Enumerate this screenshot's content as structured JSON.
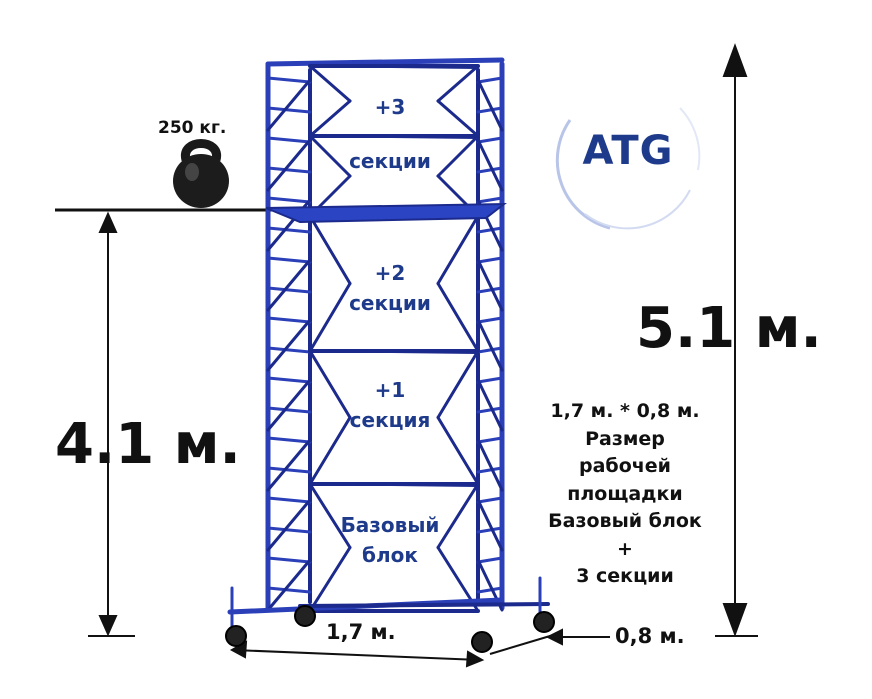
{
  "weight_label": "250 кг.",
  "sections": {
    "top": [
      "+3",
      "секции"
    ],
    "mid": [
      "+2",
      "секции"
    ],
    "low": [
      "+1",
      "секция"
    ],
    "base": [
      "Базовый",
      "блок"
    ]
  },
  "logo_text": "ATG",
  "height_total": "5.1 м.",
  "height_platform": "4.1 м.",
  "width_label": "1,7 м.",
  "depth_label": "0,8 м.",
  "spec_lines": [
    "1,7 м. * 0,8 м.",
    "Размер",
    "рабочей",
    "площадки",
    "Базовый блок",
    "+",
    "3 секции"
  ],
  "colors": {
    "frame": "#2a3fb8",
    "frame_dark": "#1b2a8c",
    "text_blue": "#1e3a8a",
    "ink": "#111111"
  }
}
